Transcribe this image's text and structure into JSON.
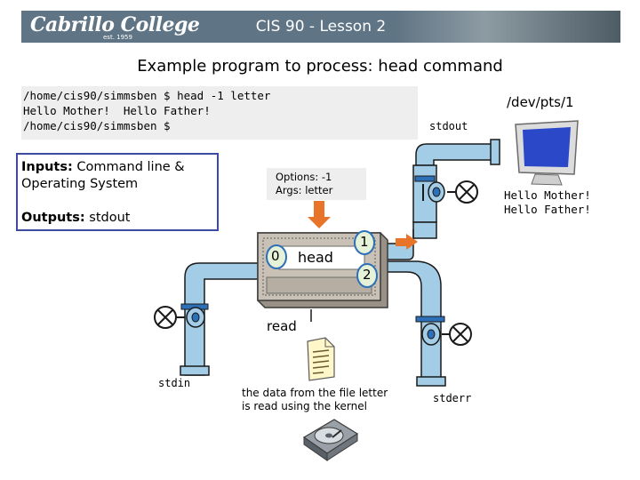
{
  "header": {
    "logo_text": "Cabrillo College",
    "logo_est": "est. 1959",
    "title": "CIS 90 - Lesson 2"
  },
  "main_title": "Example program to process: head command",
  "terminal": {
    "lines": [
      "/home/cis90/simmsben $ head -1 letter",
      "Hello Mother!  Hello Father!",
      "/home/cis90/simmsben $"
    ]
  },
  "device_label": "/dev/pts/1",
  "io_box": {
    "inputs_label": "Inputs:",
    "inputs_text": "Command line &",
    "inputs_text2": "Operating System",
    "outputs_label": "Outputs:",
    "outputs_text": "stdout"
  },
  "options_box": {
    "line1": "Options: -1",
    "line2": "Args: letter"
  },
  "streams": {
    "stdout": "stdout",
    "stdin": "stdin",
    "stderr": "stderr"
  },
  "program": {
    "name": "head",
    "fd0": "0",
    "fd1": "1",
    "fd2": "2"
  },
  "monitor_output": {
    "line1": "Hello Mother!",
    "line2": "Hello Father!"
  },
  "read_label": "read",
  "file_caption": {
    "line1": "the data from the file letter",
    "line2": "is read using the kernel"
  },
  "colors": {
    "pipe": "#a3cce6",
    "pipe_outline": "#1a1a1a",
    "arrow": "#e8742a",
    "circle_fill": "#e6f2d8",
    "circle_stroke": "#2d70b8",
    "box_border": "#3c4aa0",
    "header_bg": "#5f7484"
  },
  "icons": [
    "valve-x-icon",
    "monitor-icon",
    "document-icon",
    "hard-drive-icon",
    "arrow-down-icon",
    "arrow-right-icon"
  ]
}
